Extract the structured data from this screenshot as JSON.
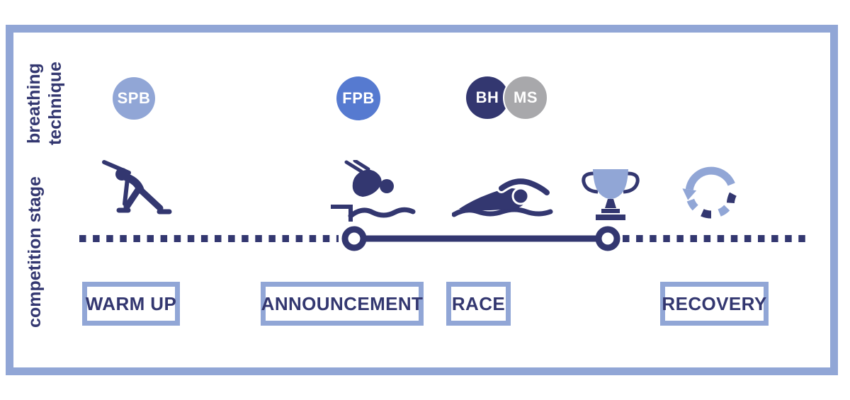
{
  "colors": {
    "periwinkle": "#91a6d6",
    "navy": "#333770",
    "fpb_blue": "#567ad0",
    "gray": "#a8a8ab",
    "circle_text": "#ffffff",
    "background": "#ffffff"
  },
  "axis_labels": {
    "breathing_lines": [
      "breathing",
      "technique"
    ],
    "stage": "competition stage"
  },
  "techniques": [
    {
      "label": "SPB",
      "color": "#91a6d6"
    },
    {
      "label": "FPB",
      "color": "#567ad0"
    },
    {
      "label": "BH",
      "color": "#333770"
    },
    {
      "label": "MS",
      "color": "#a8a8ab"
    }
  ],
  "stages": [
    {
      "label": "WARM UP"
    },
    {
      "label": "ANNOUNCEMENT"
    },
    {
      "label": "RACE"
    },
    {
      "label": "RECOVERY"
    }
  ],
  "icons": [
    {
      "name": "stretching-person-icon"
    },
    {
      "name": "dive-start-icon"
    },
    {
      "name": "freestyle-swimmer-icon"
    },
    {
      "name": "trophy-icon"
    },
    {
      "name": "recovery-cycle-icon"
    }
  ],
  "timeline": {
    "pre_node_style": "dotted",
    "between_nodes_style": "solid",
    "post_node_style": "dotted",
    "node_count": 2
  }
}
